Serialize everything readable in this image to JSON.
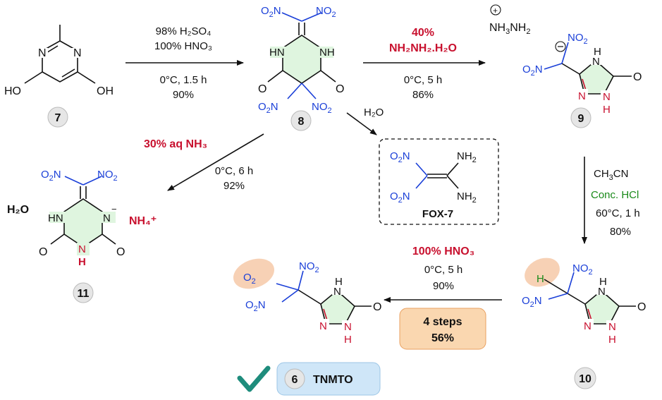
{
  "compounds": {
    "c7": "7",
    "c8": "8",
    "c9": "9",
    "c10": "10",
    "c11": "11",
    "c6": "6"
  },
  "step1": {
    "reagent1": "98% H₂SO₄",
    "reagent2": "100% HNO₃",
    "conditions": "0°C, 1.5 h",
    "yield": "90%"
  },
  "step2": {
    "reagent1": "40%",
    "reagent2": "NH₂NH₂.H₂O",
    "conditions": "0°C, 5 h",
    "yield": "86%"
  },
  "step3": {
    "reagent1": "CH₃CN",
    "reagent2": "Conc. HCl",
    "conditions": "60°C, 1 h",
    "yield": "80%"
  },
  "step4": {
    "reagent": "100% HNO₃",
    "conditions": "0°C, 5 h",
    "yield": "90%",
    "summary_steps": "4 steps",
    "summary_yield": "56%"
  },
  "step5": {
    "reagent": "30% aq NH₃",
    "conditions": "0°C, 6 h",
    "yield": "92%"
  },
  "step6": {
    "reagent": "H₂O"
  },
  "fox7": {
    "label": "FOX-7"
  },
  "product": {
    "name": "TNMTO"
  },
  "salt11": {
    "water": "H₂O",
    "cation": "NH₄⁺"
  },
  "colors": {
    "nitro": "#1a3fd8",
    "reagent_highlight": "#c8102e",
    "acid": "#1a8a1a",
    "ring_fill": "#dff5df",
    "badge": "#fad7b0",
    "product_box": "#cfe6f8"
  }
}
